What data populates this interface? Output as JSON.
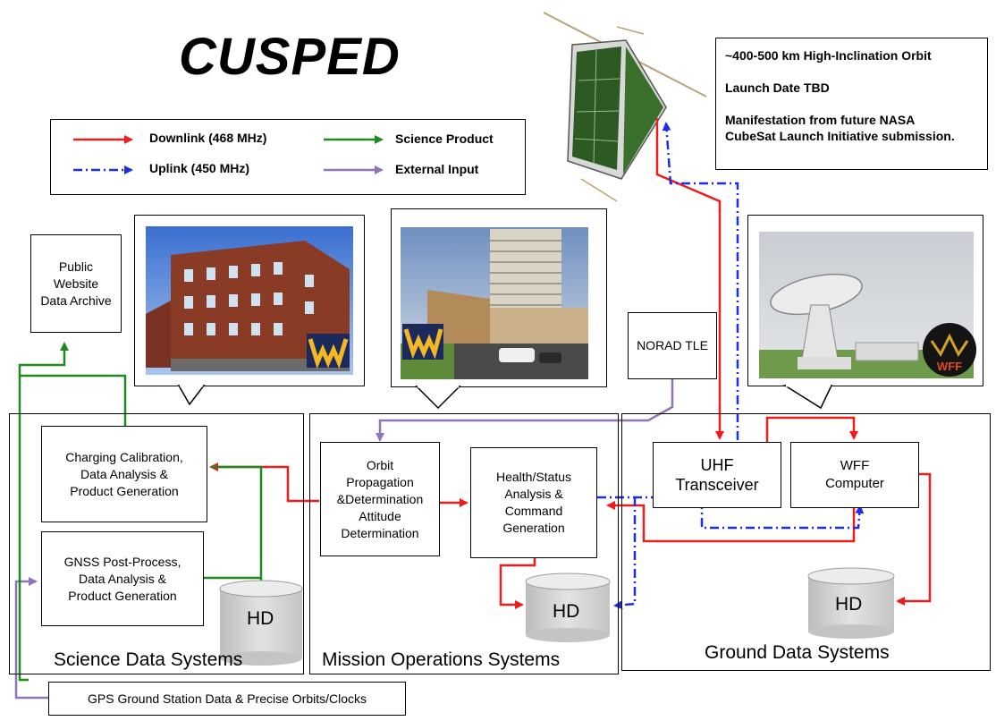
{
  "title": "CUSPED",
  "orbit_info": {
    "line1": "~400-500 km High-Inclination Orbit",
    "line2": "Launch Date TBD",
    "line3": "Manifestation from future NASA",
    "line4": "CubeSat Launch Initiative submission."
  },
  "legend": {
    "downlink": "Downlink (468 MHz)",
    "uplink": "Uplink (450 MHz)",
    "science_product": "Science Product",
    "external_input": "External Input"
  },
  "archive": {
    "line1": "Public",
    "line2": "Website",
    "line3": "Data Archive"
  },
  "norad": "NORAD TLE",
  "science": {
    "label": "Science Data Systems",
    "charging_1": "Charging Calibration,",
    "charging_2": "Data Analysis &",
    "charging_3": "Product Generation",
    "gnss_1": "GNSS Post-Process,",
    "gnss_2": "Data Analysis &",
    "gnss_3": "Product Generation",
    "hd": "HD"
  },
  "mission": {
    "label": "Mission Operations Systems",
    "orbit_1": "Orbit",
    "orbit_2": "Propagation",
    "orbit_3": "&Determination",
    "orbit_4": "Attitude",
    "orbit_5": "Determination",
    "health_1": "Health/Status",
    "health_2": "Analysis &",
    "health_3": "Command",
    "health_4": "Generation",
    "hd": "HD"
  },
  "ground": {
    "label": "Ground Data Systems",
    "uhf_1": "UHF",
    "uhf_2": "Transceiver",
    "wff_1": "WFF",
    "wff_2": "Computer",
    "hd": "HD"
  },
  "gps": "GPS Ground Station Data  & Precise Orbits/Clocks",
  "wff_badge": "WFF",
  "colors": {
    "downlink": "#ee1c1c",
    "uplink": "#1f2ee6",
    "science": "#1f8a1f",
    "external": "#8f74b8"
  }
}
